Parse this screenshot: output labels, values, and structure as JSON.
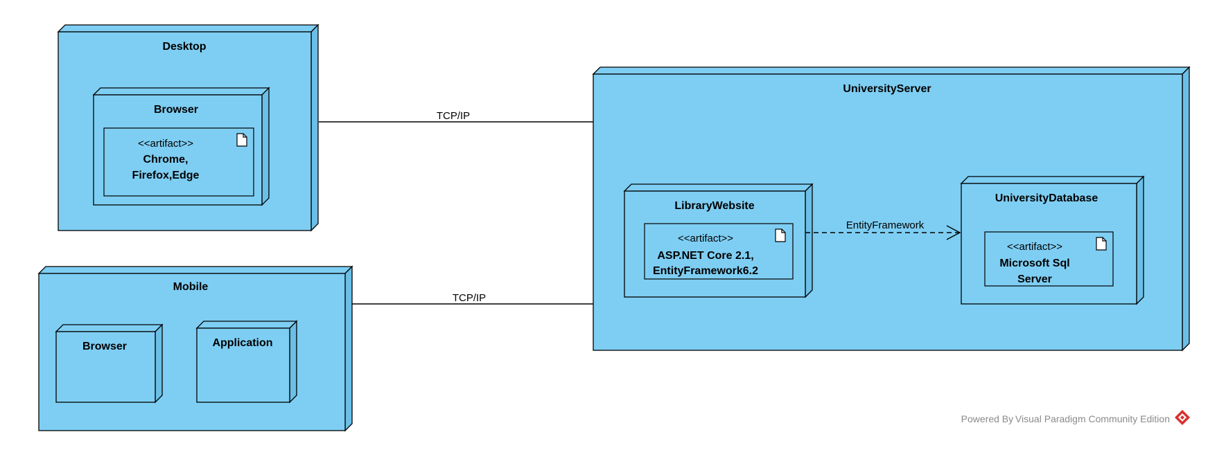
{
  "colors": {
    "node_fill": "#7ecef3",
    "node_side": "#6bbfe6",
    "stroke": "#000000",
    "watermark": "#8a8a8a",
    "logo": "#d9302f"
  },
  "nodes": {
    "desktop": {
      "title": "Desktop"
    },
    "desktop_browser": {
      "title": "Browser"
    },
    "mobile": {
      "title": "Mobile"
    },
    "mobile_browser": {
      "title": "Browser"
    },
    "mobile_application": {
      "title": "Application"
    },
    "university_server": {
      "title": "UniversityServer"
    },
    "library_website": {
      "title": "LibraryWebsite"
    },
    "university_database": {
      "title": "UniversityDatabase"
    }
  },
  "artifacts": {
    "browsers": {
      "stereotype": "<<artifact>>",
      "line1": "Chrome,",
      "line2": "Firefox,Edge"
    },
    "aspnet": {
      "stereotype": "<<artifact>>",
      "line1": "ASP.NET Core 2.1,",
      "line2": "EntityFramework6.2"
    },
    "sqlserver": {
      "stereotype": "<<artifact>>",
      "line1": "Microsoft Sql",
      "line2": "Server"
    }
  },
  "connections": {
    "desktop_link": {
      "label": "TCP/IP"
    },
    "mobile_link": {
      "label": "TCP/IP"
    },
    "ef_dependency": {
      "label": "EntityFramework"
    }
  },
  "watermark": {
    "text": "Powered By Visual Paradigm Community Edition",
    "logo_icon": "visual-paradigm-logo-icon"
  }
}
